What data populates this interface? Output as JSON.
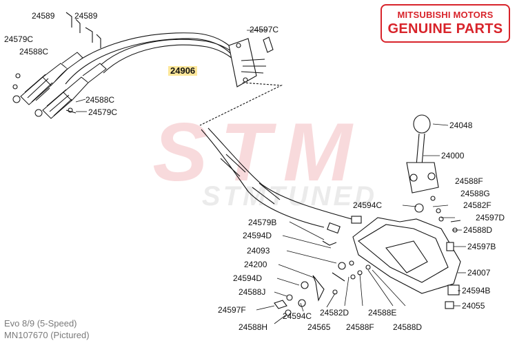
{
  "badge": {
    "line1": "MITSUBISHI MOTORS",
    "line2": "GENUINE PARTS",
    "color": "#d8232a"
  },
  "watermark": {
    "logo": "STM",
    "text": "STMTUNED"
  },
  "caption": {
    "line1": "Evo 8/9 (5-Speed)",
    "line2": "MN107670   (Pictured)"
  },
  "highlight_part": "24906",
  "labels": {
    "p24589a": "24589",
    "p24589b": "24589",
    "p24579c_top": "24579C",
    "p24588c_top": "24588C",
    "p24597c": "24597C",
    "p24906": "24906",
    "p24588c_bot": "24588C",
    "p24579c_bot": "24579C",
    "p24048": "24048",
    "p24000": "24000",
    "p24588f_r": "24588F",
    "p24588g": "24588G",
    "p24594c_mid": "24594C",
    "p24582f": "24582F",
    "p24597d": "24597D",
    "p24588d_r": "24588D",
    "p24579b": "24579B",
    "p24594d_mid": "24594D",
    "p24597b": "24597B",
    "p24093": "24093",
    "p24200": "24200",
    "p24007": "24007",
    "p24594d_low": "24594D",
    "p24594b": "24594B",
    "p24588j": "24588J",
    "p24055": "24055",
    "p24597f": "24597F",
    "p24582d": "24582D",
    "p24588e": "24588E",
    "p24594c_low": "24594C",
    "p24588h": "24588H",
    "p24565": "24565",
    "p24588f_b": "24588F",
    "p24588d_b": "24588D"
  }
}
